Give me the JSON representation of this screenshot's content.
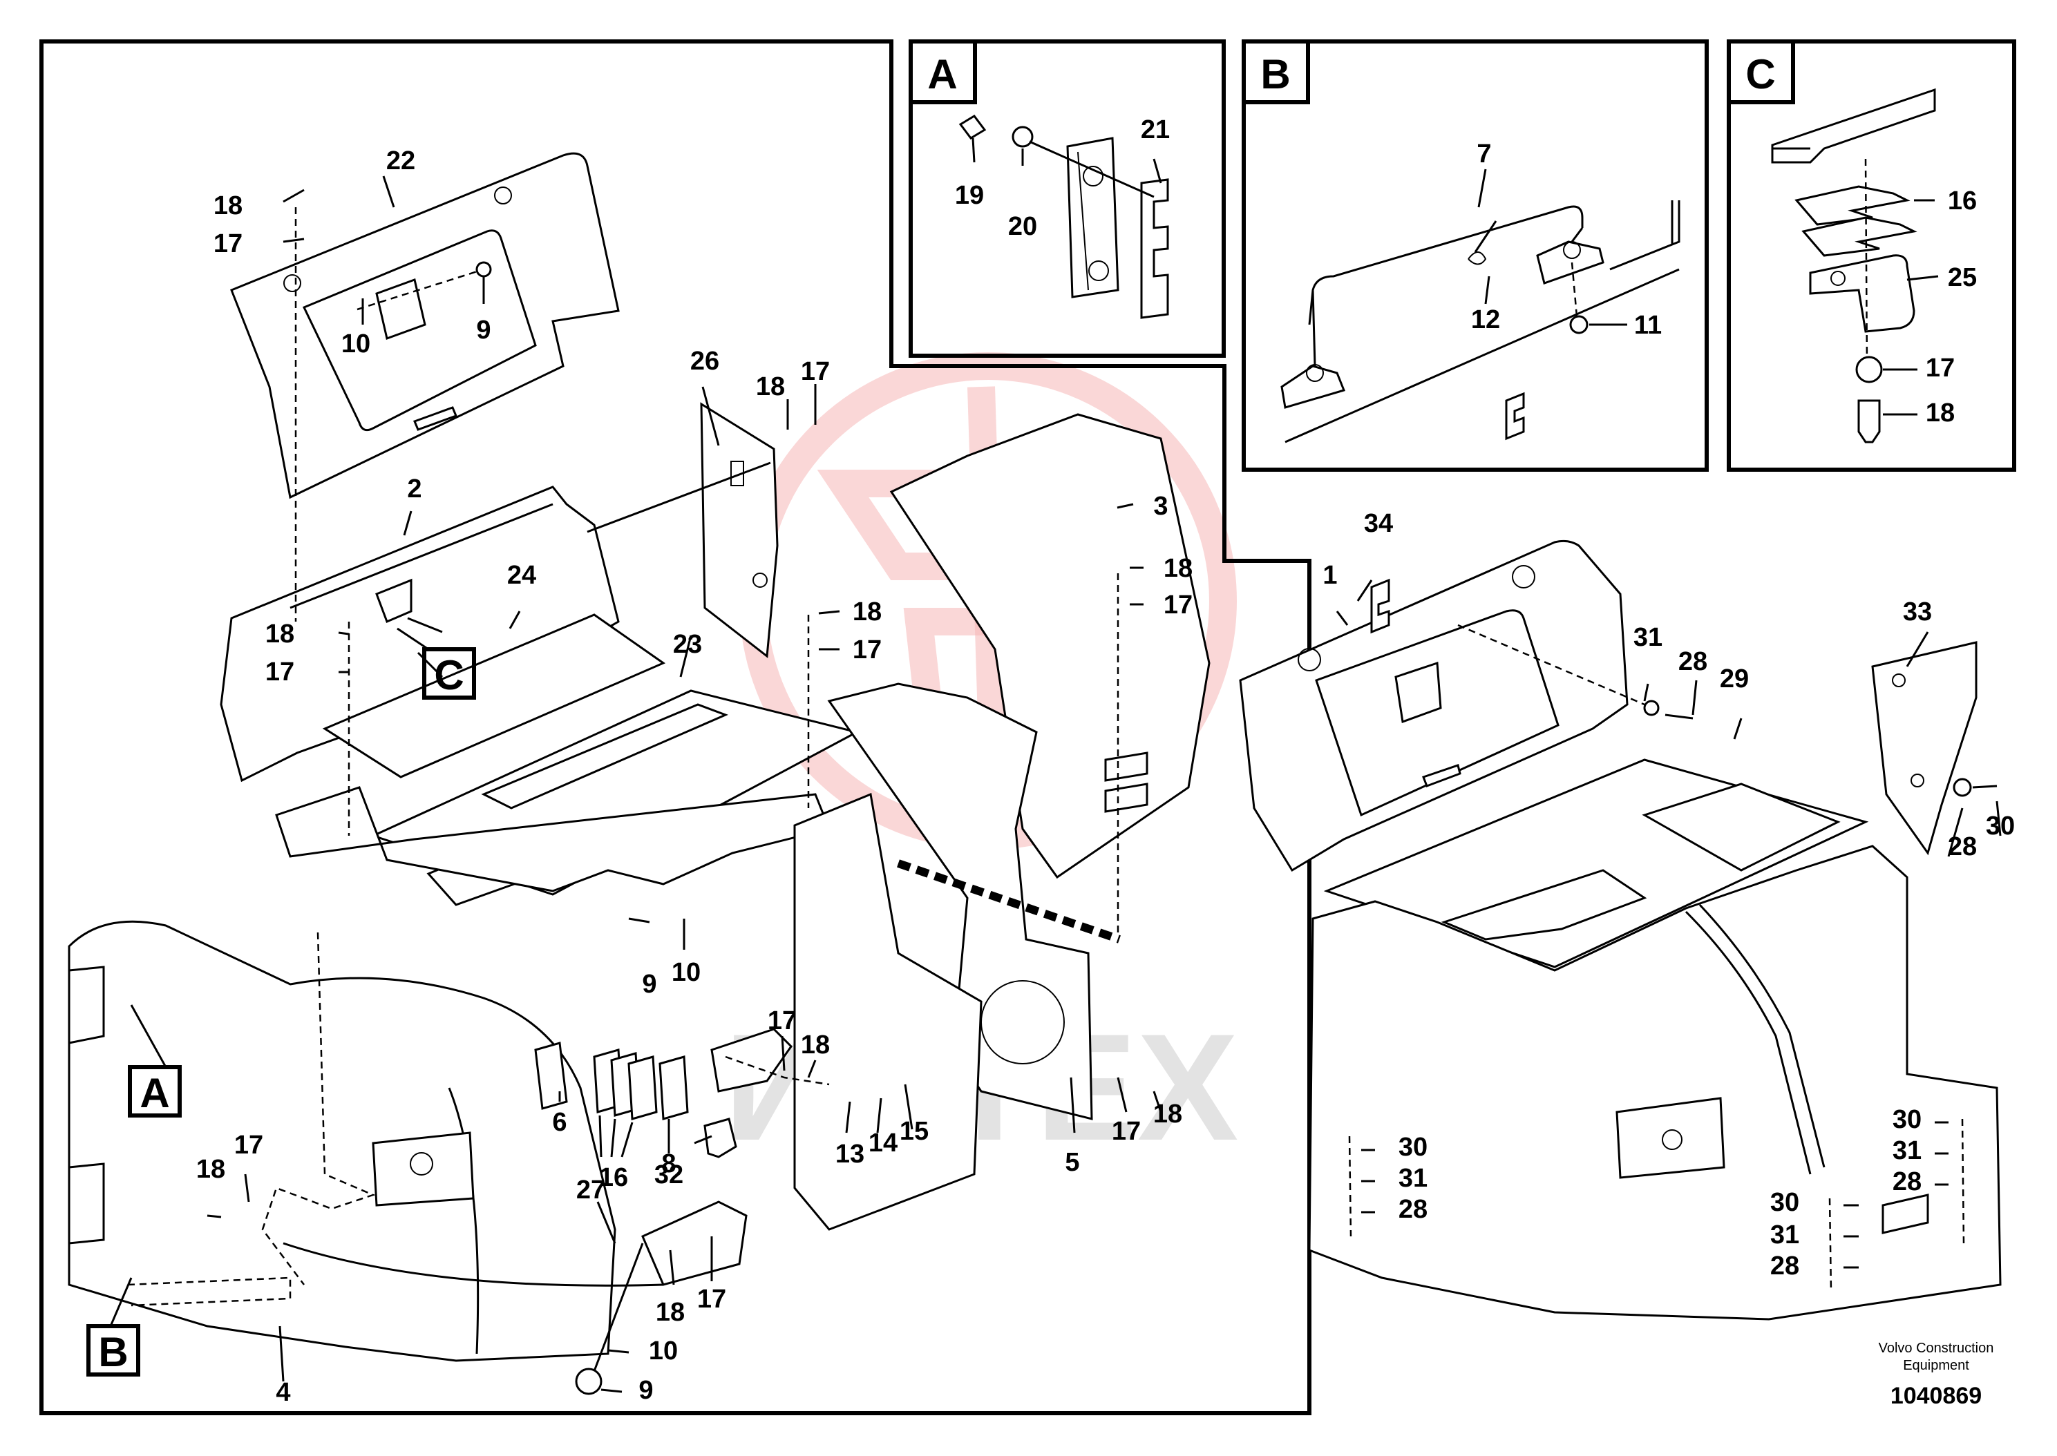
{
  "detail_titles": {
    "a": "A",
    "b": "B",
    "c": "C"
  },
  "callouts_main": {
    "a": "A",
    "b": "B",
    "c": "C",
    "n22": "22",
    "n18a": "18",
    "n17a": "17",
    "n9a": "9",
    "n10a": "10",
    "n26": "26",
    "n18b": "18",
    "n17b": "17",
    "n2": "2",
    "n24": "24",
    "n18c": "18",
    "n17c": "17",
    "n3": "3",
    "n18d": "18",
    "n17d": "17",
    "n23": "23",
    "n18e": "18",
    "n17e": "17",
    "n9b": "9",
    "n10b": "10",
    "n6": "6",
    "n16": "16",
    "n32": "32",
    "n17f": "17",
    "n18f": "18",
    "n13": "13",
    "n14": "14",
    "n15": "15",
    "n8": "8",
    "n5": "5",
    "n17g": "17",
    "n18g": "18",
    "n18h": "18",
    "n17h": "17",
    "n27": "27",
    "n18i": "18",
    "n17i": "17",
    "n10c": "10",
    "n9c": "9",
    "n4": "4"
  },
  "callouts_detail_a": {
    "n21": "21",
    "n19": "19",
    "n20": "20"
  },
  "callouts_detail_b": {
    "n7": "7",
    "n12": "12",
    "n11": "11"
  },
  "callouts_detail_c": {
    "n16": "16",
    "n25": "25",
    "n17": "17",
    "n18": "18"
  },
  "callouts_right": {
    "n34": "34",
    "n1": "1",
    "n31a": "31",
    "n28a": "28",
    "n29": "29",
    "n33": "33",
    "n28b": "28",
    "n30a": "30",
    "n30b": "30",
    "n31b": "31",
    "n28c": "28",
    "n30c": "30",
    "n31c": "31",
    "n28d": "28",
    "n30d": "30",
    "n31d": "31",
    "n28e": "28"
  },
  "caption": {
    "line1": "Volvo Construction",
    "line2": "Equipment",
    "doc_number": "1040869"
  },
  "watermark": {
    "text": "ИНТЕХ"
  },
  "colors": {
    "watermark": "#f6b6b6",
    "watermark_text": "#e6e6e6",
    "line": "#000000"
  }
}
